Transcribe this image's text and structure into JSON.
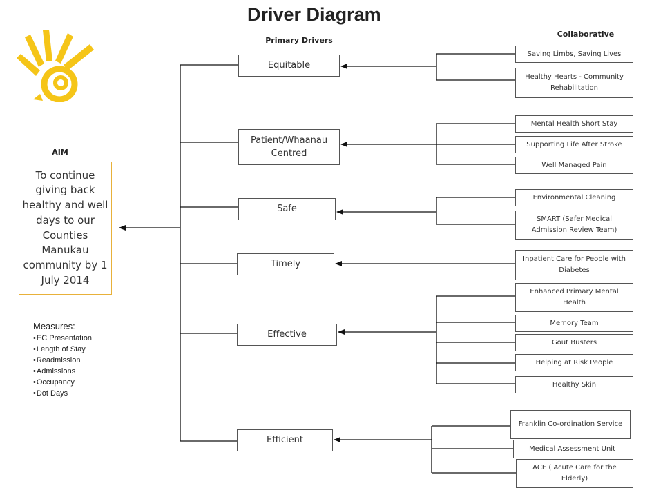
{
  "title": "Driver Diagram",
  "headers": {
    "primary": "Primary Drivers",
    "collaborative": "Collaborative",
    "aim": "AIM"
  },
  "aim": {
    "text": "To continue giving back healthy and well days to our Counties Manukau community by 1 July 2014"
  },
  "measures": {
    "title": "Measures:",
    "items": [
      "EC Presentation",
      "Length of Stay",
      "Readmission",
      "Admissions",
      "Occupancy",
      "Dot Days"
    ]
  },
  "primary_drivers": [
    {
      "label": "Equitable"
    },
    {
      "label": "Patient/Whaanau Centred"
    },
    {
      "label": "Safe"
    },
    {
      "label": "Timely"
    },
    {
      "label": "Effective"
    },
    {
      "label": "Efficient"
    }
  ],
  "collaboratives": [
    {
      "label": "Saving Limbs,  Saving Lives"
    },
    {
      "label": "Healthy Hearts - Community Rehabilitation"
    },
    {
      "label": "Mental Health Short Stay"
    },
    {
      "label": "Supporting Life After Stroke"
    },
    {
      "label": "Well Managed Pain"
    },
    {
      "label": "Environmental Cleaning"
    },
    {
      "label": "SMART (Safer Medical Admission Review Team)"
    },
    {
      "label": "Inpatient Care for People with Diabetes"
    },
    {
      "label": "Enhanced Primary Mental Health"
    },
    {
      "label": "Memory Team"
    },
    {
      "label": "Gout Busters"
    },
    {
      "label": "Helping at Risk People"
    },
    {
      "label": "Healthy Skin"
    },
    {
      "label": "Franklin Co-ordination Service"
    },
    {
      "label": "Medical Assessment Unit"
    },
    {
      "label": "ACE ( Acute Care for the Elderly)"
    }
  ],
  "colors": {
    "logo": "#f5c518",
    "aim_border": "#e8b13a",
    "lines": "#111111"
  }
}
